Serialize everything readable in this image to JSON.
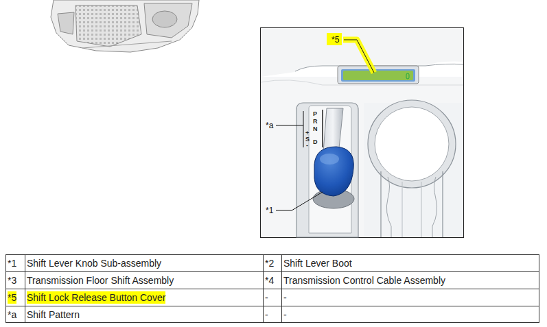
{
  "diagram": {
    "labels": [
      "*5",
      "*a",
      "P",
      "R",
      "N",
      "D",
      "+",
      "S",
      "-",
      "*1",
      "*1",
      "Shift Lever Knob Sub-assembly",
      "*2",
      "Shift Lever Boot",
      "*3",
      "Transmission Floor Shift Assembly",
      "*4",
      "Transmission Control Cable Assembly",
      "*5",
      "Shift Lock Release Button Cover",
      "-",
      "-",
      "*a",
      "Shift Pattern",
      "-",
      "-"
    ]
  }
}
